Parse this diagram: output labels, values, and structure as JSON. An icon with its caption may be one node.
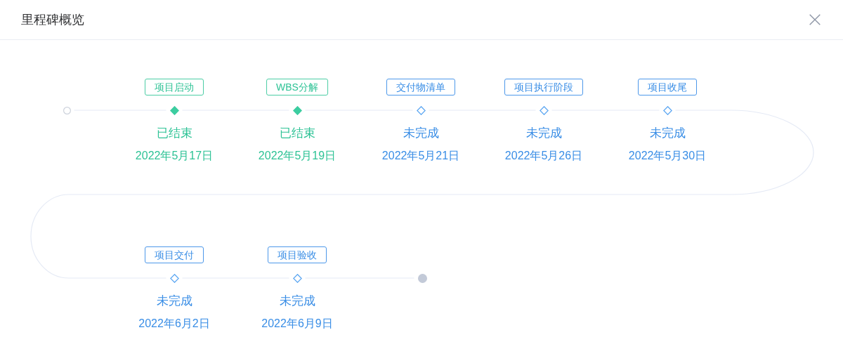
{
  "diagram": {
    "title": "里程碑概览",
    "nodes": [
      {
        "text": [],
        "shape": "circle"
      },
      {
        "text": [
          "项目启动"
        ]
      },
      {
        "text": [],
        "shape": "diamond",
        "beside": [
          "已结束",
          "2022年5月17日"
        ]
      },
      {
        "text": [
          "WBS分解"
        ]
      },
      {
        "text": [],
        "shape": "diamond",
        "beside": [
          "已结束",
          "2022年5月19日"
        ]
      },
      {
        "text": [
          "交付物清单"
        ]
      },
      {
        "text": [],
        "shape": "diamond",
        "beside": [
          "未完成",
          "2022年5月21日"
        ]
      },
      {
        "text": [
          "项目执行阶段"
        ]
      },
      {
        "text": [],
        "shape": "diamond",
        "beside": [
          "未完成",
          "2022年5月26日"
        ]
      },
      {
        "text": [
          "项目收尾"
        ]
      },
      {
        "text": [],
        "shape": "diamond",
        "beside": [
          "未完成",
          "2022年5月30日"
        ]
      },
      {
        "text": [
          "项目交付"
        ]
      },
      {
        "text": [],
        "shape": "diamond",
        "beside": [
          "未完成",
          "2022年6月2日"
        ]
      },
      {
        "text": [
          "项目验收"
        ]
      },
      {
        "text": [],
        "shape": "diamond",
        "beside": [
          "未完成",
          "2022年6月9日"
        ]
      },
      {
        "text": [],
        "shape": "circle"
      }
    ],
    "edges": [
      {
        "from": 0,
        "to": 2,
        "arrow": "none"
      },
      {
        "from": 2,
        "to": 4,
        "arrow": "none"
      },
      {
        "from": 4,
        "to": 6,
        "arrow": "none"
      },
      {
        "from": 6,
        "to": 8,
        "arrow": "none"
      },
      {
        "from": 8,
        "to": 10,
        "arrow": "none"
      },
      {
        "from": 10,
        "to": 12,
        "arrow": "none"
      },
      {
        "from": 12,
        "to": 14,
        "arrow": "none"
      },
      {
        "from": 14,
        "to": 15,
        "arrow": "none"
      }
    ]
  }
}
